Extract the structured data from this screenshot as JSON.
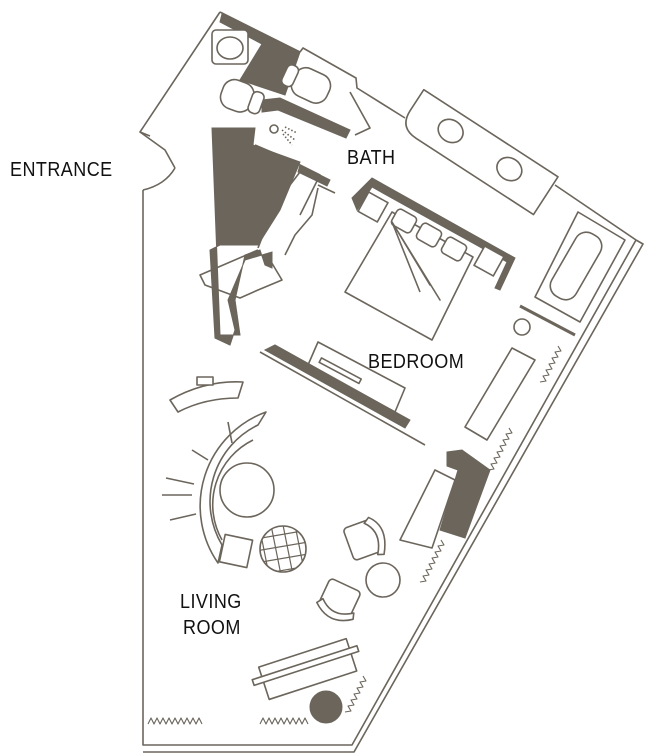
{
  "labels": {
    "entrance": "ENTRANCE",
    "bath": "BATH",
    "bedroom": "BEDROOM",
    "living_line1": "LIVING",
    "living_line2": "ROOM"
  },
  "colors": {
    "wall": "#6b655b",
    "text": "#111111",
    "background": "#ffffff"
  }
}
